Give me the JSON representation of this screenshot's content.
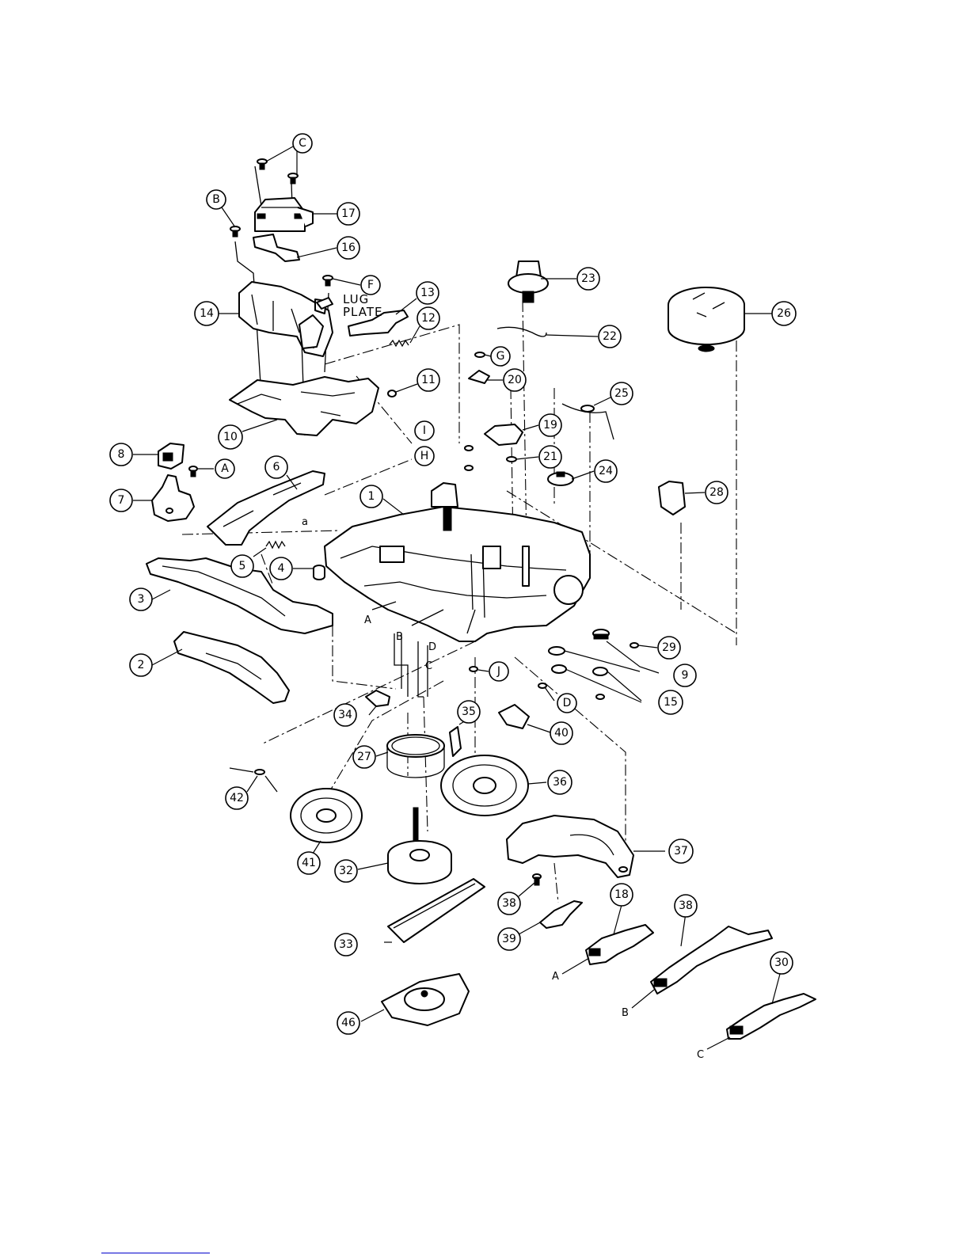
{
  "callouts": {
    "p1": "1",
    "p2": "2",
    "p3": "3",
    "p4": "4",
    "p5": "5",
    "p6": "6",
    "p7": "7",
    "p8": "8",
    "p9": "9",
    "p10": "10",
    "p11": "11",
    "p12": "12",
    "p13": "13",
    "p14": "14",
    "p15": "15",
    "p16": "16",
    "p17": "17",
    "p18": "18",
    "p19": "19",
    "p20": "20",
    "p21": "21",
    "p22": "22",
    "p23": "23",
    "p24": "24",
    "p25": "25",
    "p26": "26",
    "p27": "27",
    "p28": "28",
    "p29": "29",
    "p30": "30",
    "p32": "32",
    "p33": "33",
    "p34": "34",
    "p35": "35",
    "p36": "36",
    "p37": "37",
    "p38a": "38",
    "p38b": "38",
    "p39": "39",
    "p40": "40",
    "p41": "41",
    "p42": "42",
    "p46": "46",
    "sA": "A",
    "sB": "B",
    "sC": "C",
    "sD": "D",
    "sF": "F",
    "sG": "G",
    "sH": "H",
    "sI": "I",
    "sJ": "J"
  },
  "labels": {
    "lug": "LUG",
    "plate": "PLATE",
    "a_lower": "a",
    "A": "A",
    "B": "B",
    "C": "C",
    "D": "D",
    "lever_A": "A",
    "lever_B": "B",
    "lever_C": "C"
  }
}
